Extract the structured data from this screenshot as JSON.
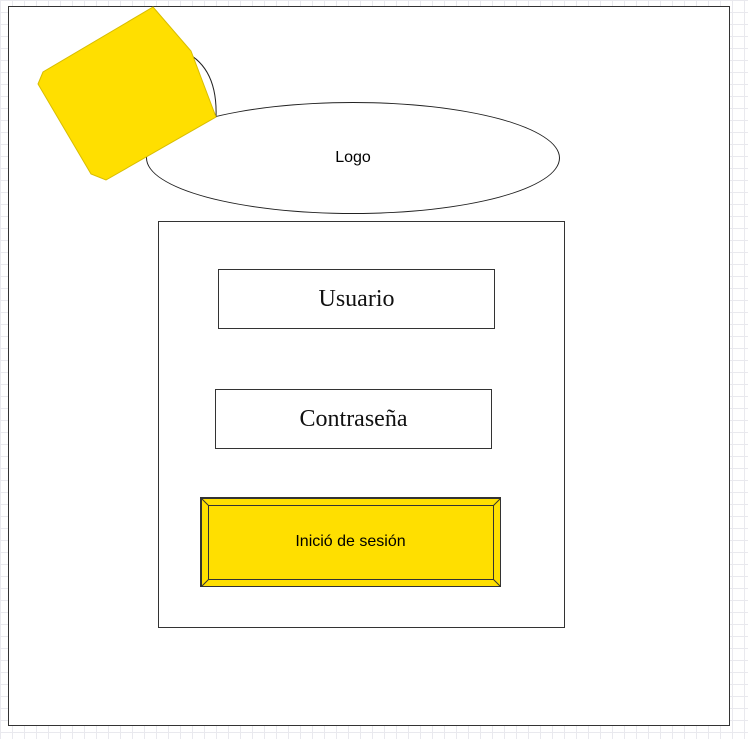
{
  "logo": {
    "label": "Logo"
  },
  "form": {
    "username_label": "Usuario",
    "password_label": "Contraseña",
    "login_label": "Inició de sesión"
  },
  "colors": {
    "accent": "#ffdf00",
    "stroke": "#333333"
  }
}
